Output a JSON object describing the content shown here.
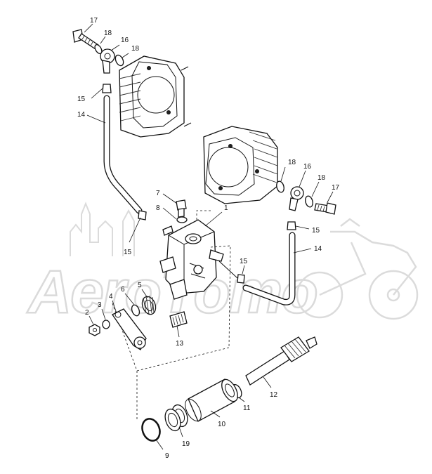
{
  "watermark": {
    "text": "AeroTomo"
  },
  "callouts": [
    {
      "id": "c17a",
      "label": "17"
    },
    {
      "id": "c18a",
      "label": "18"
    },
    {
      "id": "c16a",
      "label": "16"
    },
    {
      "id": "c18b",
      "label": "18"
    },
    {
      "id": "c15a",
      "label": "15"
    },
    {
      "id": "c14a",
      "label": "14"
    },
    {
      "id": "c7",
      "label": "7"
    },
    {
      "id": "c8",
      "label": "8"
    },
    {
      "id": "c1",
      "label": "1"
    },
    {
      "id": "c15b",
      "label": "15"
    },
    {
      "id": "c18c",
      "label": "18"
    },
    {
      "id": "c16b",
      "label": "16"
    },
    {
      "id": "c18d",
      "label": "18"
    },
    {
      "id": "c17b",
      "label": "17"
    },
    {
      "id": "c15c",
      "label": "15"
    },
    {
      "id": "c14b",
      "label": "14"
    },
    {
      "id": "c15d",
      "label": "15"
    },
    {
      "id": "c5",
      "label": "5"
    },
    {
      "id": "c6",
      "label": "6"
    },
    {
      "id": "c4",
      "label": "4"
    },
    {
      "id": "c3",
      "label": "3"
    },
    {
      "id": "c2",
      "label": "2"
    },
    {
      "id": "c13",
      "label": "13"
    },
    {
      "id": "c12",
      "label": "12"
    },
    {
      "id": "c11",
      "label": "11"
    },
    {
      "id": "c10",
      "label": "10"
    },
    {
      "id": "c19",
      "label": "19"
    },
    {
      "id": "c9",
      "label": "9"
    }
  ]
}
